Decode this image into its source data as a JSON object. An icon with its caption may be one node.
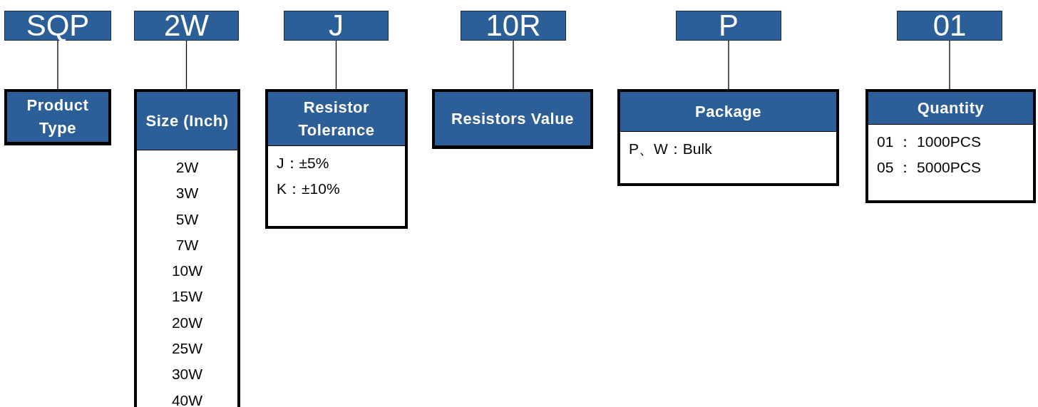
{
  "diagram": {
    "nodes": [
      {
        "text": [
          "SQP"
        ]
      },
      {
        "text": [
          "2W"
        ]
      },
      {
        "text": [
          "J"
        ]
      },
      {
        "text": [
          "10R"
        ]
      },
      {
        "text": [
          "P"
        ]
      },
      {
        "text": [
          "01"
        ]
      },
      {
        "text": [
          "Product Type"
        ]
      },
      {
        "text": [
          "Size (Inch)",
          "2W",
          "3W",
          "5W",
          "7W",
          "10W",
          "15W",
          "20W",
          "25W",
          "30W",
          "40W"
        ]
      },
      {
        "text": [
          "Resistor Tolerance",
          "J：±5%",
          "K：±10%"
        ]
      },
      {
        "text": [
          "Resistors Value"
        ]
      },
      {
        "text": [
          "Package",
          "P、W：Bulk"
        ]
      },
      {
        "text": [
          "Quantity",
          "01 ： 1000PCS",
          "05 ： 5000PCS"
        ]
      }
    ],
    "edges": [
      {
        "from": 0,
        "to": 6,
        "arrow": "none"
      },
      {
        "from": 1,
        "to": 7,
        "arrow": "none"
      },
      {
        "from": 2,
        "to": 8,
        "arrow": "none"
      },
      {
        "from": 3,
        "to": 9,
        "arrow": "none"
      },
      {
        "from": 4,
        "to": 10,
        "arrow": "none"
      },
      {
        "from": 5,
        "to": 11,
        "arrow": "none"
      }
    ]
  }
}
